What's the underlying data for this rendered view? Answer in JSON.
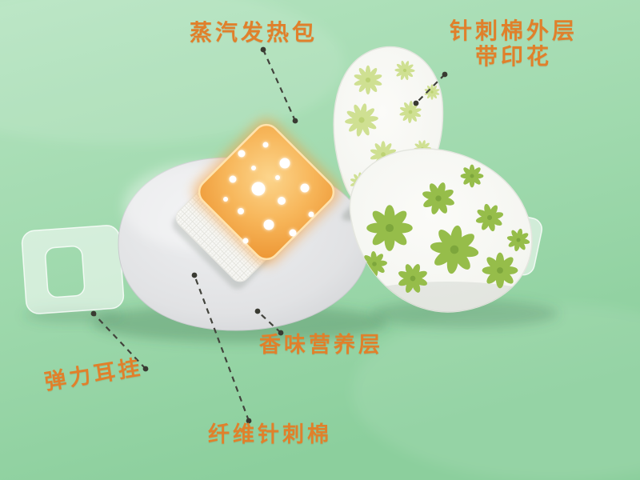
{
  "labels": {
    "steam_pack": "蒸汽发热包",
    "outer_layer_line1": "针刺棉外层",
    "outer_layer_line2": "带印花",
    "fragrance_layer": "香味营养层",
    "ear_hook": "弹力耳挂",
    "fiber_cotton": "纤维针刺棉"
  },
  "colors": {
    "background_top": "#b2e1bd",
    "background_bottom": "#8ed09f",
    "label_text": "#e0802b",
    "heat_pack_orange": "#f3a140",
    "mask_body_gray": "#e2e3e5",
    "floral_green_bright": "#96bd4a",
    "floral_green_pale": "#cfe092",
    "leader_line": "#42433c"
  },
  "icons": {
    "heat_pack": "steam-heat-pack",
    "mask": "eye-mask-body",
    "ear_hook_left": "left-ear-loop",
    "ear_hook_right": "right-ear-loop",
    "printed_layer": "floral-printed-outer-layer",
    "quilted_pad": "fragrance-nutrient-pad"
  }
}
